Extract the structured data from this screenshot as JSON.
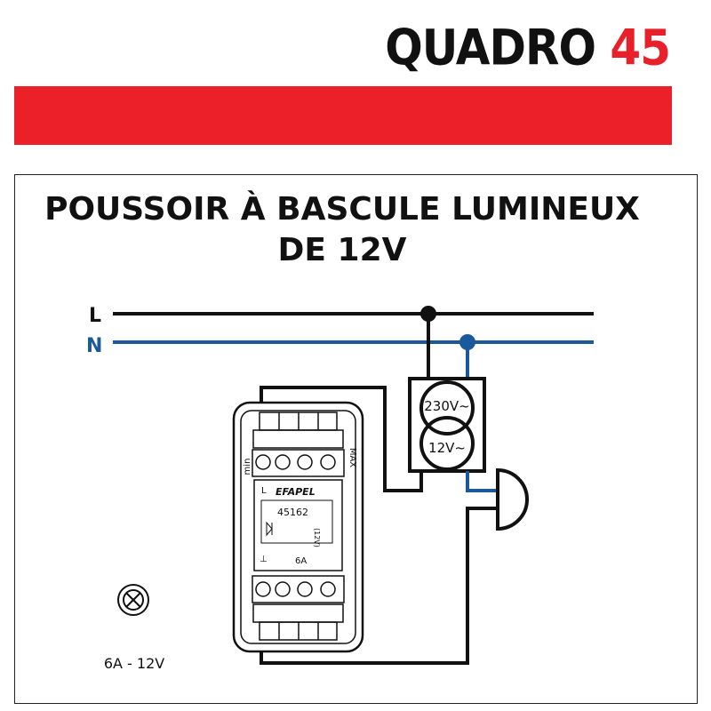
{
  "header": {
    "brand_name": "QUADRO",
    "brand_number": "45",
    "brand_color": "#ec2028"
  },
  "title": {
    "line1": "POUSSOIR À BASCULE LUMINEUX",
    "line2": "DE 12V"
  },
  "wiring": {
    "phase_label": "L",
    "neutral_label": "N",
    "phase_color": "#111111",
    "neutral_color": "#1a5a9c"
  },
  "transformer": {
    "primary_label": "230V~",
    "secondary_label": "12V~"
  },
  "device": {
    "brand": "EFAPEL",
    "model": "45162",
    "voltage": "(12V)",
    "current": "6A",
    "min_label": "min",
    "max_label": "MAX",
    "terminal_label": "L"
  },
  "legend": {
    "rating": "6A - 12V",
    "lamp_icon": "lamp-symbol-icon"
  }
}
